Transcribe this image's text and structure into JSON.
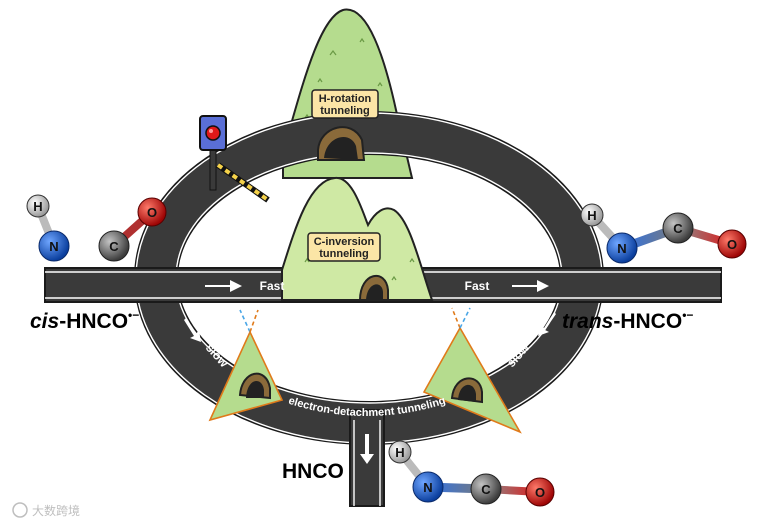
{
  "tunnels": {
    "h_rotation": [
      "H-rotation",
      "tunneling"
    ],
    "c_inversion": [
      "C-inversion",
      "tunneling"
    ]
  },
  "roads": {
    "fast_left": "Fast",
    "fast_right": "Fast",
    "slow_left": "slow",
    "slow_right": "slow",
    "electron_detachment": "electron-detachment tunneling"
  },
  "species": {
    "cis_prefix": "cis",
    "cis_rest": "-HNCO",
    "cis_charge": "•−",
    "trans_prefix": "trans",
    "trans_rest": "-HNCO",
    "trans_charge": "•−",
    "neutral": "HNCO"
  },
  "atoms": {
    "H": "H",
    "N": "N",
    "C": "C",
    "O": "O"
  },
  "watermark": "大数跨境",
  "colors": {
    "road": "#3a3a3a",
    "road_edge": "#1a1a1a",
    "mountain": "#b5dc8e",
    "sign": "#fbe5a6",
    "hydrogen": "#e6e6e6",
    "nitrogen": "#1f5fd6",
    "carbon": "#6b6b6b",
    "oxygen": "#e01818"
  }
}
